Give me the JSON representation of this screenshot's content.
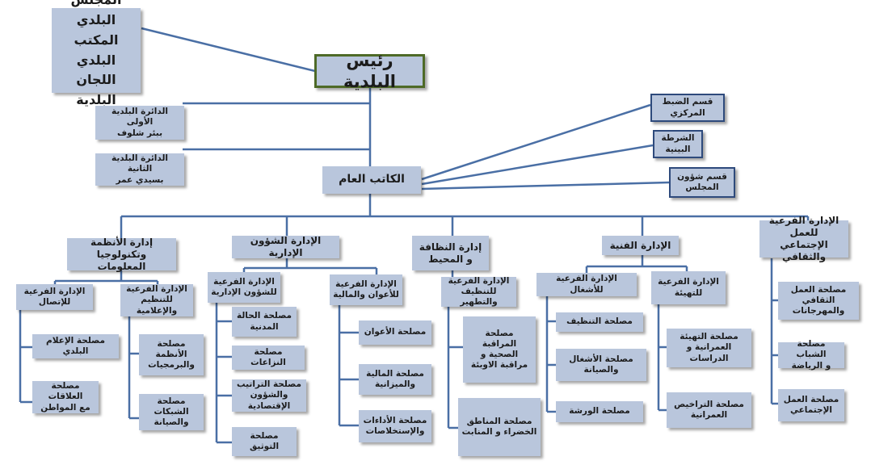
{
  "colors": {
    "box_fill": "#b9c6dc",
    "connector": "#4a6fa5",
    "mayor_border": "#4e6a27",
    "box_border_dark": "#2e4a7c"
  },
  "nodes": {
    "council": "المجلس البلدي\nالمكتب البلدي\nاللجان البلدية",
    "mayor": "رئيس البلدية",
    "district1": "الدائرة البلدية الأولى\nببئر شلوف",
    "district2": "الدائرة البلدية الثانية\nبسيدي عمر",
    "central_control": "قسم الضبط\nالمركزي",
    "municipal_police": "الشرطة\nالبينية",
    "council_affairs": "قسم شؤون\nالمجلس",
    "secretary_general": "الكاتب العام",
    "social_cultural_dir": "الإدارة الفرعية للعمل\nالإجتماعي والثقافي",
    "technical_dir": "الإدارة الفنية",
    "cleanliness_dir": "إدارة النظافة\nو المحيط",
    "admin_affairs_dir": "الإدارة الشؤون الإدارية",
    "it_dir": "إدارة الأنظمة وتكنولوجيا\nالمعلومات",
    "planning_sub": "الإدارة الفرعية\nللتهيئة",
    "works_sub": "الإدارة الفرعية للأشغال",
    "cleaning_sub": "الإدارة الفرعية\nللتنظيف والتطهير",
    "staff_finance_sub": "الإدارة الفرعية\nللأعوان والمالية",
    "admin_sub": "الإدارة الفرعية\nللشؤون الإدارية",
    "organization_media_sub": "الإدارة الفرعية\nللتنظيم والإعلامية",
    "communication_sub": "الإدارة الفرعية\nللإتصال",
    "cultural_events": "مصلحة العمل الثقافي\nوالمهرجانات",
    "youth_sports": "مصلحة الشباب\nو الرياضة",
    "social_work": "مصلحة العمل\nالإجتماعي",
    "urban_planning_studies": "مصلحة التهيئة\nالعمرانية و الدراسات",
    "urban_permits": "مصلحة التراخيص\nالعمرانية",
    "cleaning_service": "مصلحة التنظيف",
    "works_maintenance": "مصلحة الأشغال\nوالصيانة",
    "workshop": "مصلحة الورشة",
    "health_inspection": "مصلحة\nالمراقبة\nالصحية و\nمراقبة الاوبئة",
    "green_spaces": "مصلحة المناطق\nالخضراء و المنابت",
    "staff_service": "مصلحة الأعوان",
    "finance_budget": "مصلحة المالية\nوالميزانية",
    "fees_collection": "مصلحة الأداءات\nوالإستخلاصات",
    "civil_status": "مصلحة الحالة\nالمدنية",
    "disputes": "مصلحة النزاعات",
    "regulations_economic": "مصلحة التراتيب\nوالشؤون الإقتصادية",
    "documentation": "مصلحة التوثيق",
    "systems_software": "مصلحة الأنظمة\nوالبرمجيات",
    "networks_maintenance": "مصلحة الشبكات\nوالصيانة",
    "municipal_media": "مصلحة الإعلام البلدي",
    "citizen_relations": "مصلحة العلاقات\nمع المواطن"
  }
}
